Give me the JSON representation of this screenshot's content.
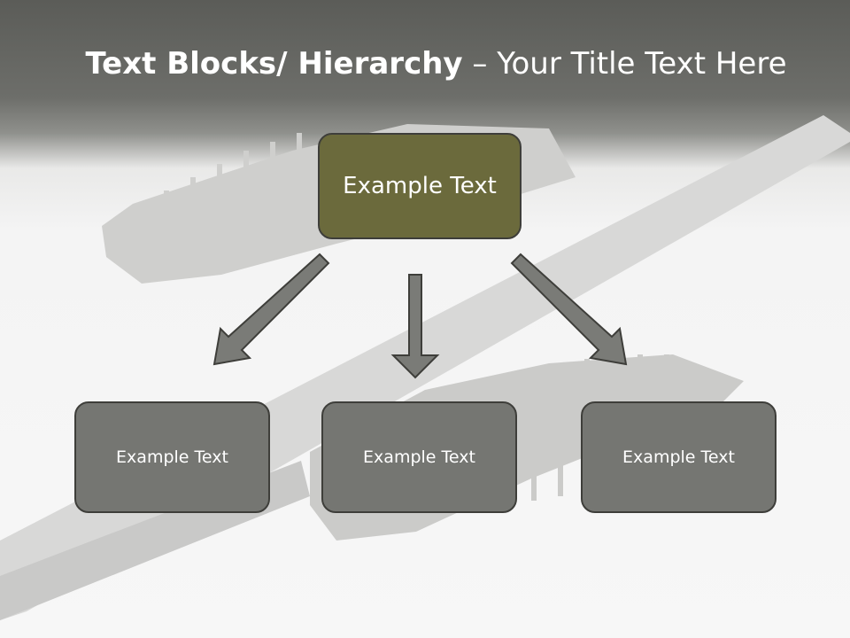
{
  "title": {
    "bold": "Text Blocks/ Hierarchy",
    "rest": " – Your Title Text Here"
  },
  "hierarchy": {
    "root": "Example Text",
    "children": [
      "Example Text",
      "Example Text",
      "Example Text"
    ]
  },
  "colors": {
    "root_fill": "#6b6a3c",
    "child_fill": "#757672",
    "arrow_fill": "#7a7b77",
    "border": "#3e3e3a"
  }
}
